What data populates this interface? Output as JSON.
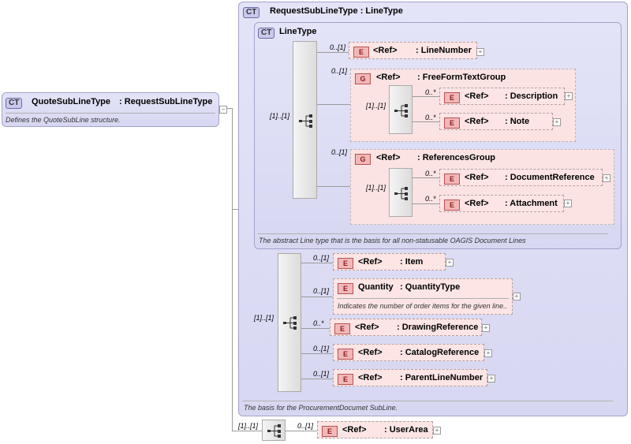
{
  "root": {
    "badge": "CT",
    "name": "QuoteSubLineType",
    "base": ": RequestSubLineType",
    "doc": "Defines the QuoteSubLine structure."
  },
  "request": {
    "badge": "CT",
    "title": "RequestSubLineType : LineType",
    "doc": "The basis for the ProcurementDocumet SubLine.",
    "occ": "[1]..[1]"
  },
  "linetype": {
    "badge": "CT",
    "title": "LineType",
    "doc": "The abstract Line type that is the basis for all non-statusable OAGIS Document Lines",
    "occ": "[1]..[1]"
  },
  "elements": {
    "line_number": {
      "badge": "E",
      "ref": "<Ref>",
      "name": ": LineNumber",
      "occ": "0..[1]"
    },
    "ff_group": {
      "badge": "G",
      "ref": "<Ref>",
      "name": ": FreeFormTextGroup",
      "occ": "0..[1]",
      "seq_occ": "[1]..[1]"
    },
    "description": {
      "badge": "E",
      "ref": "<Ref>",
      "name": ": Description",
      "occ": "0..*"
    },
    "note": {
      "badge": "E",
      "ref": "<Ref>",
      "name": ": Note",
      "occ": "0..*"
    },
    "refs_group": {
      "badge": "G",
      "ref": "<Ref>",
      "name": ": ReferencesGroup",
      "occ": "0..[1]",
      "seq_occ": "[1]..[1]"
    },
    "doc_ref": {
      "badge": "E",
      "ref": "<Ref>",
      "name": ": DocumentReference",
      "occ": "0..*"
    },
    "attachment": {
      "badge": "E",
      "ref": "<Ref>",
      "name": ": Attachment",
      "occ": "0..*"
    },
    "item": {
      "badge": "E",
      "ref": "<Ref>",
      "name": ": Item",
      "occ": "0..[1]"
    },
    "quantity": {
      "badge": "E",
      "ref": "Quantity",
      "name": ": QuantityType",
      "occ": "0..[1]",
      "doc": "Indicates the number of order items for the given line.."
    },
    "drawing": {
      "badge": "E",
      "ref": "<Ref>",
      "name": ": DrawingReference",
      "occ": "0..*"
    },
    "catalog": {
      "badge": "E",
      "ref": "<Ref>",
      "name": ": CatalogReference",
      "occ": "0..[1]"
    },
    "parent": {
      "badge": "E",
      "ref": "<Ref>",
      "name": ": ParentLineNumber",
      "occ": "0..[1]"
    },
    "userarea": {
      "badge": "E",
      "ref": "<Ref>",
      "name": ": UserArea",
      "occ": "0..[1]"
    }
  },
  "bottom_seq_occ": "[1]..[1]",
  "icons": {
    "sequence": "sequence-icon",
    "plus": "expand-plus-icon"
  }
}
